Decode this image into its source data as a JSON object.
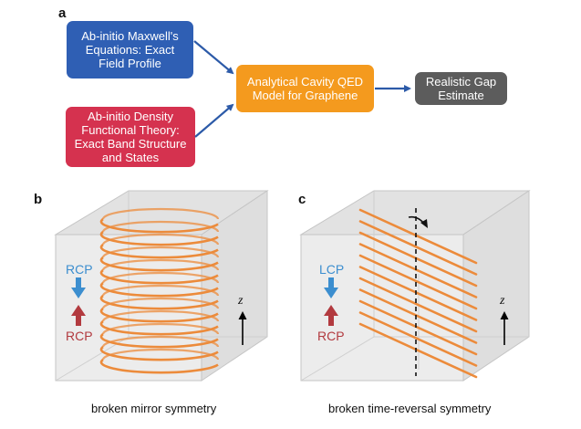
{
  "panels": {
    "a": "a",
    "b": "b",
    "c": "c"
  },
  "flow": {
    "maxwell_box": {
      "lines": [
        "Ab-initio Maxwell's",
        "Equations: Exact",
        "Field Profile"
      ],
      "color": "#2f5fb4"
    },
    "dft_box": {
      "lines": [
        "Ab-initio Density",
        "Functional Theory:",
        "Exact Band Structure",
        "and States"
      ],
      "color": "#d5324f"
    },
    "qed_box": {
      "lines": [
        "Analytical Cavity QED",
        "Model for Graphene"
      ],
      "color": "#f49a1e"
    },
    "gap_box": {
      "lines": [
        "Realistic Gap",
        "Estimate"
      ],
      "color": "#5c5c5c"
    },
    "arrow_color": "#2c5aa8"
  },
  "panel_b": {
    "top_label": "RCP",
    "bottom_label": "RCP",
    "axis_label": "z",
    "caption": "broken mirror symmetry",
    "coil_turns": 12
  },
  "panel_c": {
    "top_label": "LCP",
    "bottom_label": "RCP",
    "axis_label": "z",
    "caption": "broken time-reversal symmetry",
    "stripes": 11
  },
  "colors": {
    "coil": "#ec8b3b",
    "cube_face": "#ececec",
    "cube_edge": "#b9b9b9",
    "blue_arrow": "#3c8ecf",
    "red_arrow": "#b23a3f"
  }
}
